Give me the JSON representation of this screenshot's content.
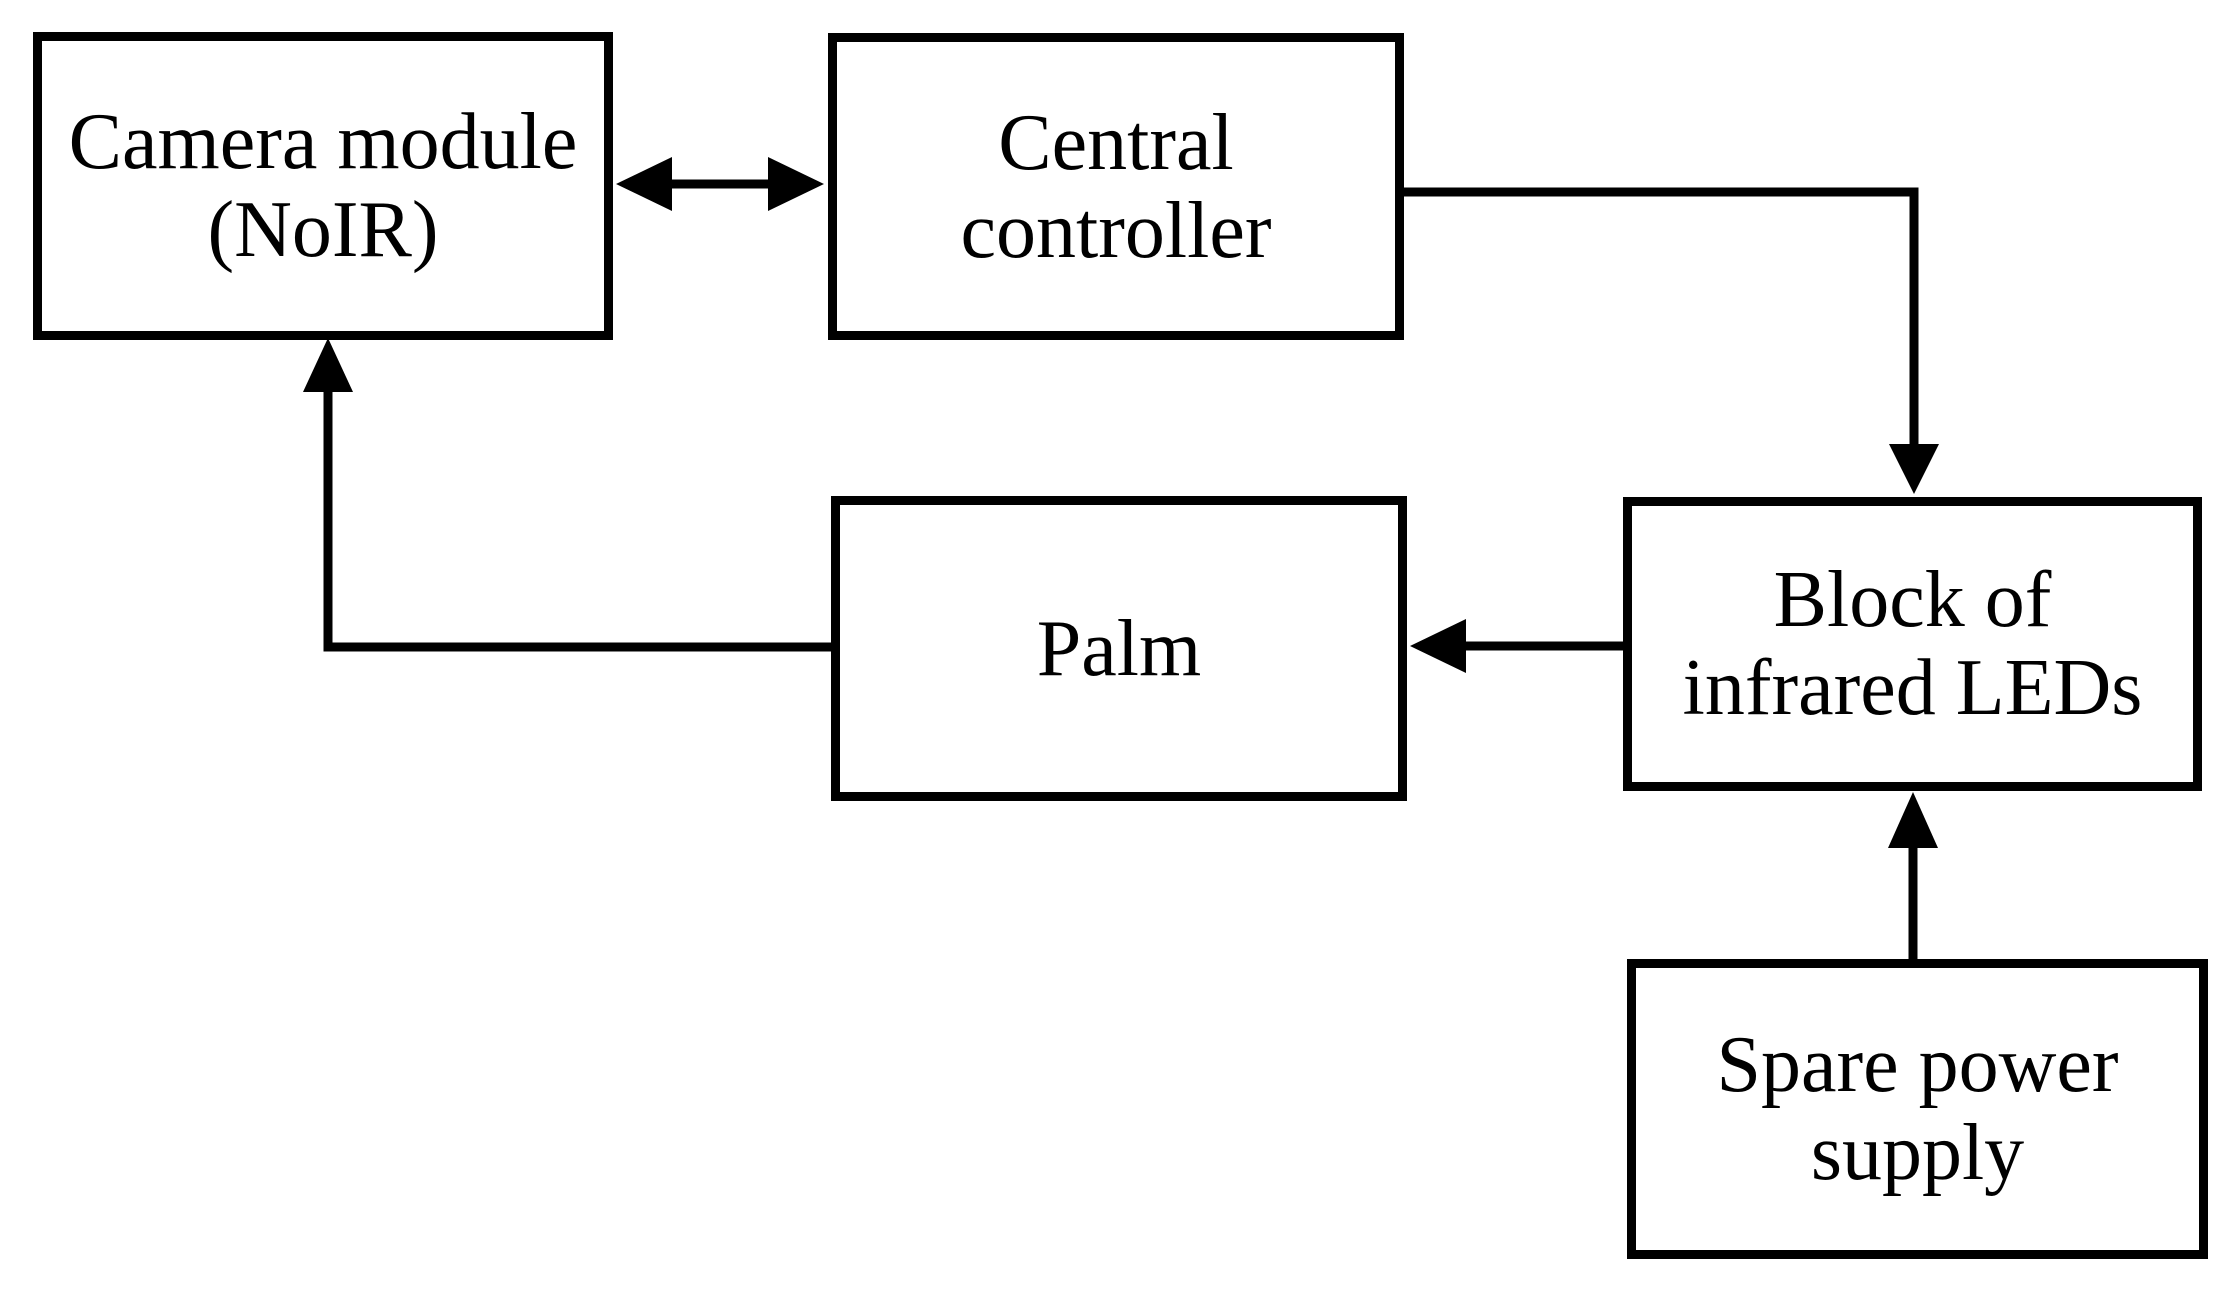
{
  "diagram": {
    "type": "block-diagram",
    "background_color": "#ffffff",
    "line_color": "#000000",
    "box_fill_color": "#ffffff",
    "nodes": {
      "camera": {
        "line1": "Camera module",
        "line2": "(NoIR)"
      },
      "central": {
        "line1": "Central",
        "line2": "controller"
      },
      "palm": {
        "line1": "Palm"
      },
      "block": {
        "line1": "Block of",
        "line2": "infrared LEDs"
      },
      "spare": {
        "line1": "Spare power",
        "line2": "supply"
      }
    },
    "edges": [
      {
        "from": "Camera module (NoIR)",
        "to": "Central controller",
        "direction": "bidirectional"
      },
      {
        "from": "Central controller",
        "to": "Block of infrared LEDs",
        "direction": "one-way"
      },
      {
        "from": "Block of infrared LEDs",
        "to": "Palm",
        "direction": "one-way"
      },
      {
        "from": "Palm",
        "to": "Camera module (NoIR)",
        "direction": "one-way"
      },
      {
        "from": "Spare power supply",
        "to": "Block of infrared LEDs",
        "direction": "one-way"
      }
    ]
  }
}
